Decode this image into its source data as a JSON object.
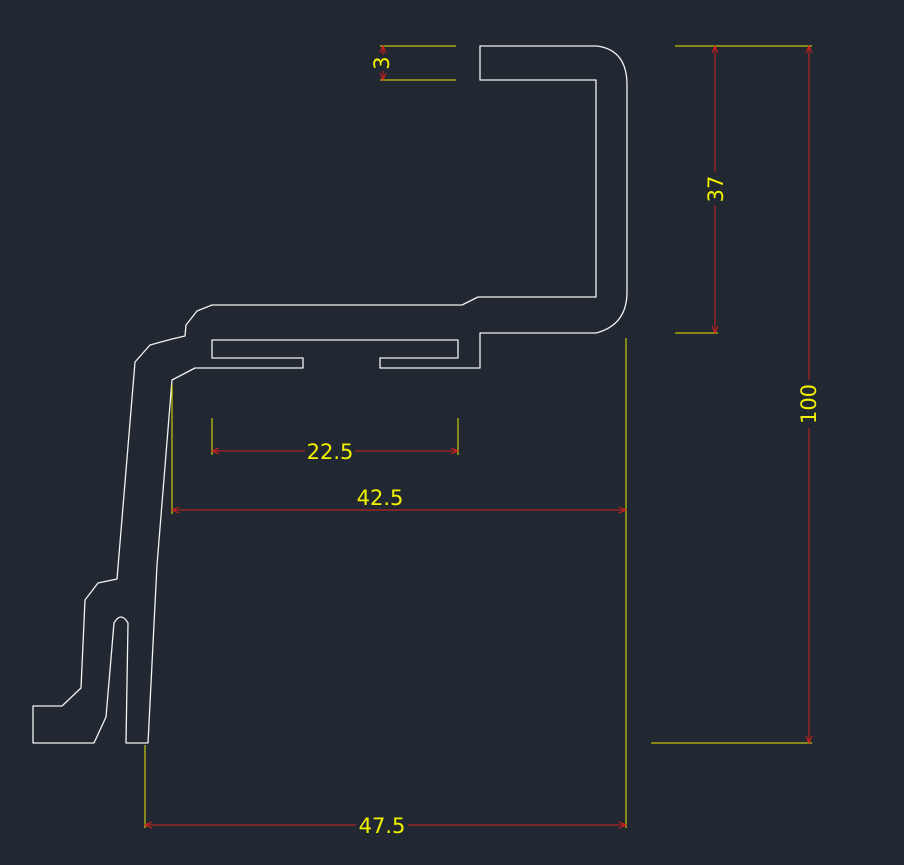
{
  "colors": {
    "background": "#222831",
    "profile": "#f2f2f2",
    "extension": "#e8e800",
    "dimension": "#d42020",
    "text": "#f2f200"
  },
  "dimensions": {
    "gap_3": "3",
    "lip_37": "37",
    "height_100": "100",
    "slot_22_5": "22.5",
    "span_42_5": "42.5",
    "base_47_5": "47.5"
  }
}
